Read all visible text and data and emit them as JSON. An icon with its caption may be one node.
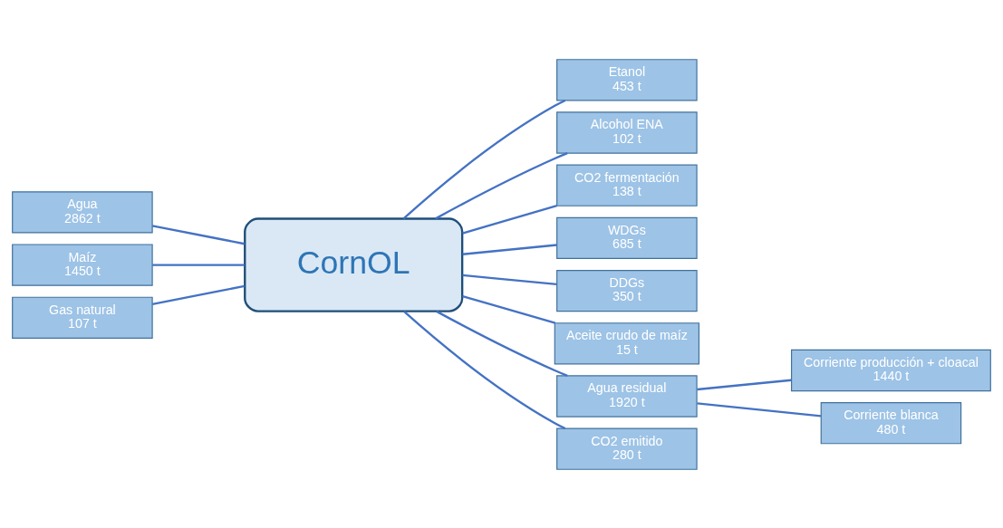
{
  "diagram": {
    "nodes": [
      {
        "text": [
          "Agua",
          "2862 t"
        ]
      },
      {
        "text": [
          "Maíz",
          "1450 t"
        ]
      },
      {
        "text": [
          "Gas natural",
          "107 t"
        ]
      },
      {
        "text": [
          "CornOL"
        ]
      },
      {
        "text": [
          "Etanol",
          "453 t"
        ]
      },
      {
        "text": [
          "Alcohol ENA",
          "102 t"
        ]
      },
      {
        "text": [
          "CO2 fermentación",
          "138 t"
        ]
      },
      {
        "text": [
          "WDGs",
          "685 t"
        ]
      },
      {
        "text": [
          "DDGs",
          "350 t"
        ]
      },
      {
        "text": [
          "Aceite crudo de maíz",
          "15 t"
        ]
      },
      {
        "text": [
          "Agua residual",
          "1920 t"
        ]
      },
      {
        "text": [
          "CO2 emitido",
          "280 t"
        ]
      },
      {
        "text": [
          "Corriente producción + cloacal",
          "1440 t"
        ]
      },
      {
        "text": [
          "Corriente blanca",
          "480 t"
        ]
      }
    ],
    "edges": [
      {
        "from": 0,
        "to": 3,
        "arrow": "none"
      },
      {
        "from": 1,
        "to": 3,
        "arrow": "none"
      },
      {
        "from": 2,
        "to": 3,
        "arrow": "none"
      },
      {
        "from": 3,
        "to": 4,
        "arrow": "none"
      },
      {
        "from": 3,
        "to": 5,
        "arrow": "none"
      },
      {
        "from": 3,
        "to": 6,
        "arrow": "none"
      },
      {
        "from": 3,
        "to": 7,
        "arrow": "none"
      },
      {
        "from": 3,
        "to": 8,
        "arrow": "none"
      },
      {
        "from": 3,
        "to": 9,
        "arrow": "none"
      },
      {
        "from": 3,
        "to": 10,
        "arrow": "none"
      },
      {
        "from": 3,
        "to": 11,
        "arrow": "none"
      },
      {
        "from": 10,
        "to": 12,
        "arrow": "none"
      },
      {
        "from": 10,
        "to": 13,
        "arrow": "none"
      }
    ]
  }
}
